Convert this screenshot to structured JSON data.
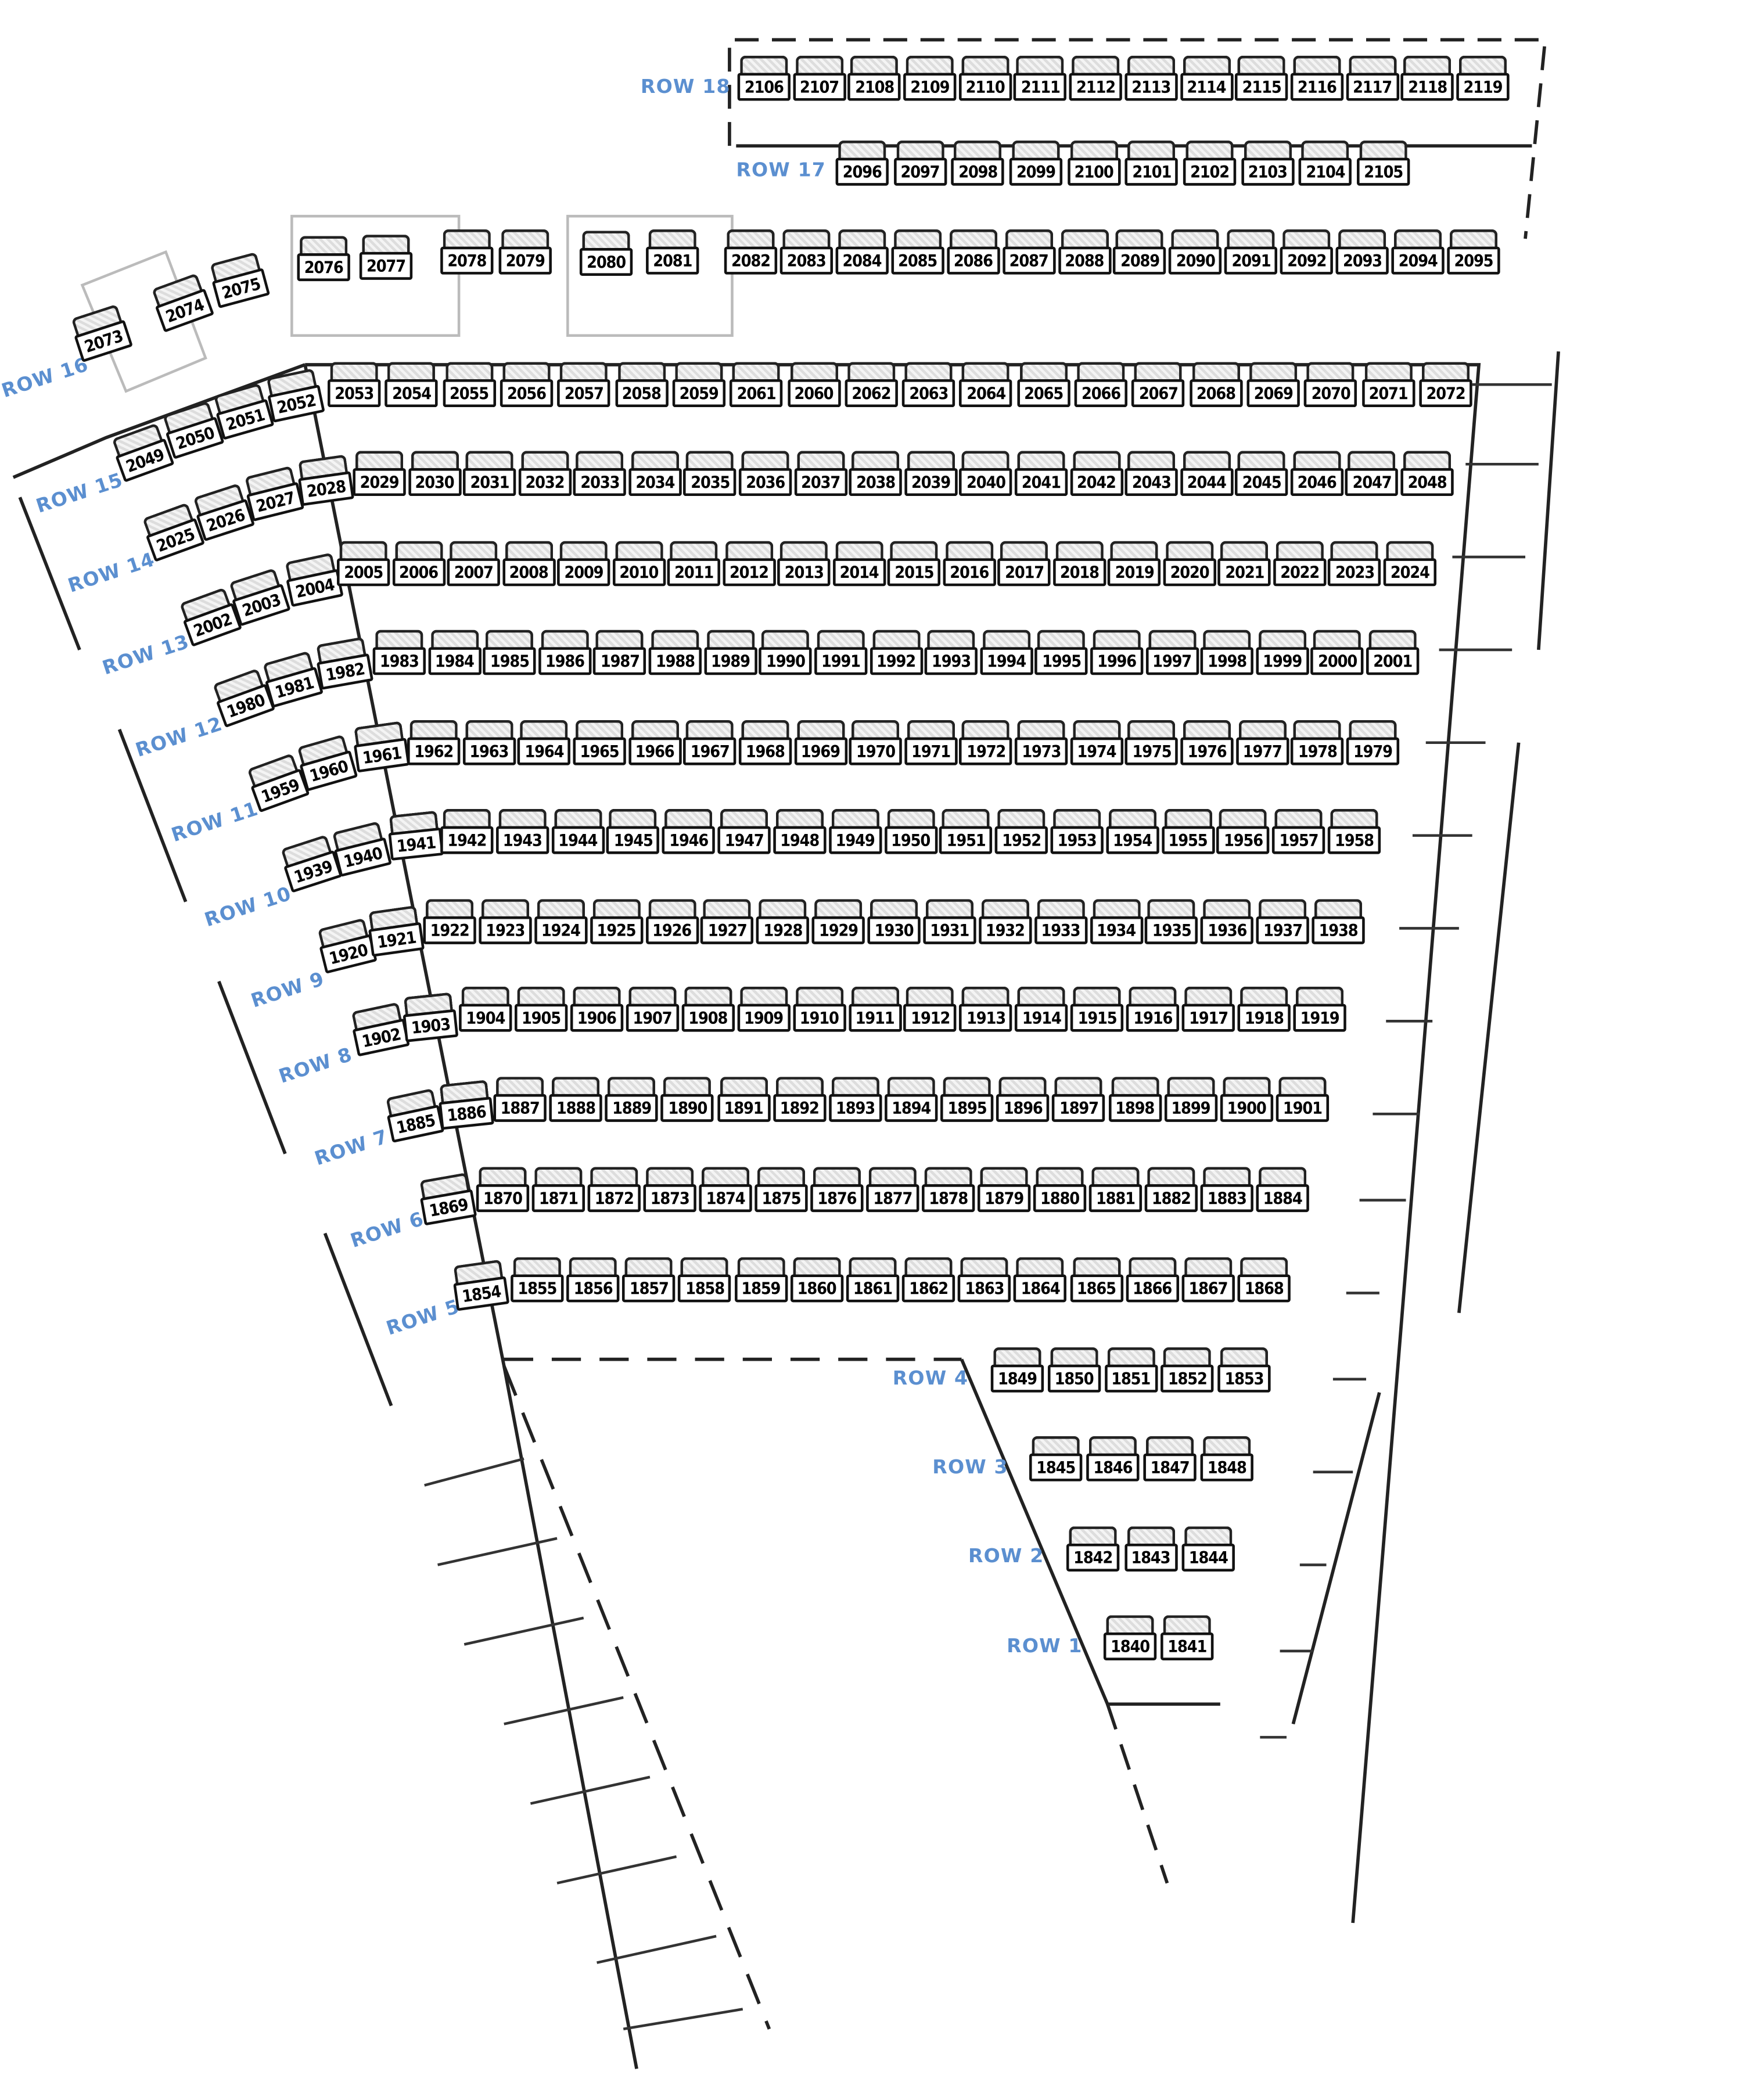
{
  "title": "Seating chart",
  "label_color": "#5b8fd0",
  "rows": [
    {
      "label": "ROW 18",
      "seats": [
        "2106",
        "2107",
        "2108",
        "2109",
        "2110",
        "2111",
        "2112",
        "2113",
        "2114",
        "2115",
        "2116",
        "2117",
        "2118",
        "2119"
      ]
    },
    {
      "label": "ROW 17",
      "seats": [
        "2096",
        "2097",
        "2098",
        "2099",
        "2100",
        "2101",
        "2102",
        "2103",
        "2104",
        "2105"
      ]
    },
    {
      "label": "ROW 16",
      "seats": [
        "2073",
        "2074",
        "2075",
        "2076",
        "2077",
        "2078",
        "2079",
        "2080",
        "2081",
        "2082",
        "2083",
        "2084",
        "2085",
        "2086",
        "2087",
        "2088",
        "2089",
        "2090",
        "2091",
        "2092",
        "2093",
        "2094",
        "2095"
      ]
    },
    {
      "label": "ROW 15",
      "seats": [
        "2049",
        "2050",
        "2051",
        "2052",
        "2053",
        "2054",
        "2055",
        "2056",
        "2057",
        "2058",
        "2059",
        "2061",
        "2060",
        "2062",
        "2063",
        "2064",
        "2065",
        "2066",
        "2067",
        "2068",
        "2069",
        "2070",
        "2071",
        "2072"
      ]
    },
    {
      "label": "ROW 14",
      "seats": [
        "2025",
        "2026",
        "2027",
        "2028",
        "2029",
        "2030",
        "2031",
        "2032",
        "2033",
        "2034",
        "2035",
        "2036",
        "2037",
        "2038",
        "2039",
        "2040",
        "2041",
        "2042",
        "2043",
        "2044",
        "2045",
        "2046",
        "2047",
        "2048"
      ]
    },
    {
      "label": "ROW 13",
      "seats": [
        "2002",
        "2003",
        "2004",
        "2005",
        "2006",
        "2007",
        "2008",
        "2009",
        "2010",
        "2011",
        "2012",
        "2013",
        "2014",
        "2015",
        "2016",
        "2017",
        "2018",
        "2019",
        "2020",
        "2021",
        "2022",
        "2023",
        "2024"
      ]
    },
    {
      "label": "ROW 12",
      "seats": [
        "1980",
        "1981",
        "1982",
        "1983",
        "1984",
        "1985",
        "1986",
        "1987",
        "1988",
        "1989",
        "1990",
        "1991",
        "1992",
        "1993",
        "1994",
        "1995",
        "1996",
        "1997",
        "1998",
        "1999",
        "2000",
        "2001"
      ]
    },
    {
      "label": "ROW 11",
      "seats": [
        "1959",
        "1960",
        "1961",
        "1962",
        "1963",
        "1964",
        "1965",
        "1966",
        "1967",
        "1968",
        "1969",
        "1970",
        "1971",
        "1972",
        "1973",
        "1974",
        "1975",
        "1976",
        "1977",
        "1978",
        "1979"
      ]
    },
    {
      "label": "ROW 10",
      "seats": [
        "1939",
        "1940",
        "1941",
        "1942",
        "1943",
        "1944",
        "1945",
        "1946",
        "1947",
        "1948",
        "1949",
        "1950",
        "1951",
        "1952",
        "1953",
        "1954",
        "1955",
        "1956",
        "1957",
        "1958"
      ]
    },
    {
      "label": "ROW 9",
      "seats": [
        "1920",
        "1921",
        "1922",
        "1923",
        "1924",
        "1925",
        "1926",
        "1927",
        "1928",
        "1929",
        "1930",
        "1931",
        "1932",
        "1933",
        "1934",
        "1935",
        "1936",
        "1937",
        "1938"
      ]
    },
    {
      "label": "ROW 8",
      "seats": [
        "1902",
        "1903",
        "1904",
        "1905",
        "1906",
        "1907",
        "1908",
        "1909",
        "1910",
        "1911",
        "1912",
        "1913",
        "1914",
        "1915",
        "1916",
        "1917",
        "1918",
        "1919"
      ]
    },
    {
      "label": "ROW 7",
      "seats": [
        "1885",
        "1886",
        "1887",
        "1888",
        "1889",
        "1890",
        "1891",
        "1892",
        "1893",
        "1894",
        "1895",
        "1896",
        "1897",
        "1898",
        "1899",
        "1900",
        "1901"
      ]
    },
    {
      "label": "ROW 6",
      "seats": [
        "1869",
        "1870",
        "1871",
        "1872",
        "1873",
        "1874",
        "1875",
        "1876",
        "1877",
        "1878",
        "1879",
        "1880",
        "1881",
        "1882",
        "1883",
        "1884"
      ]
    },
    {
      "label": "ROW 5",
      "seats": [
        "1854",
        "1855",
        "1856",
        "1857",
        "1858",
        "1859",
        "1860",
        "1861",
        "1862",
        "1863",
        "1864",
        "1865",
        "1866",
        "1867",
        "1868"
      ]
    },
    {
      "label": "ROW 4",
      "seats": [
        "1849",
        "1850",
        "1851",
        "1852",
        "1853"
      ]
    },
    {
      "label": "ROW 3",
      "seats": [
        "1845",
        "1846",
        "1847",
        "1848"
      ]
    },
    {
      "label": "ROW 2",
      "seats": [
        "1842",
        "1843",
        "1844"
      ]
    },
    {
      "label": "ROW 1",
      "seats": [
        "1840",
        "1841"
      ]
    }
  ]
}
